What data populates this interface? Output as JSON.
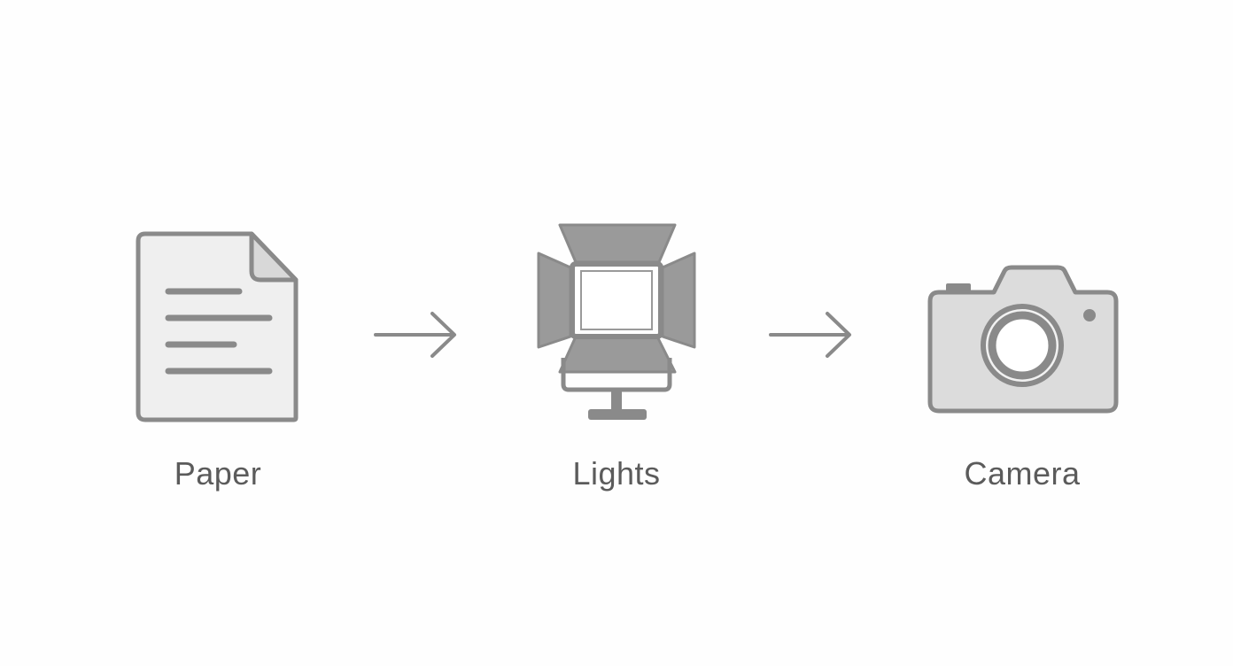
{
  "diagram": {
    "steps": [
      {
        "label": "Paper",
        "icon": "document-icon"
      },
      {
        "label": "Lights",
        "icon": "studio-light-icon"
      },
      {
        "label": "Camera",
        "icon": "camera-icon"
      }
    ],
    "connectors": [
      {
        "from": "Paper",
        "to": "Lights",
        "icon": "arrow-right-icon"
      },
      {
        "from": "Lights",
        "to": "Camera",
        "icon": "arrow-right-icon"
      }
    ],
    "colors": {
      "icon_stroke": "#8a8a8a",
      "icon_fill": "#dcdcdc",
      "paper_fill": "#efefef",
      "label_text": "#5b5b5b",
      "background": "#fefefe"
    }
  }
}
